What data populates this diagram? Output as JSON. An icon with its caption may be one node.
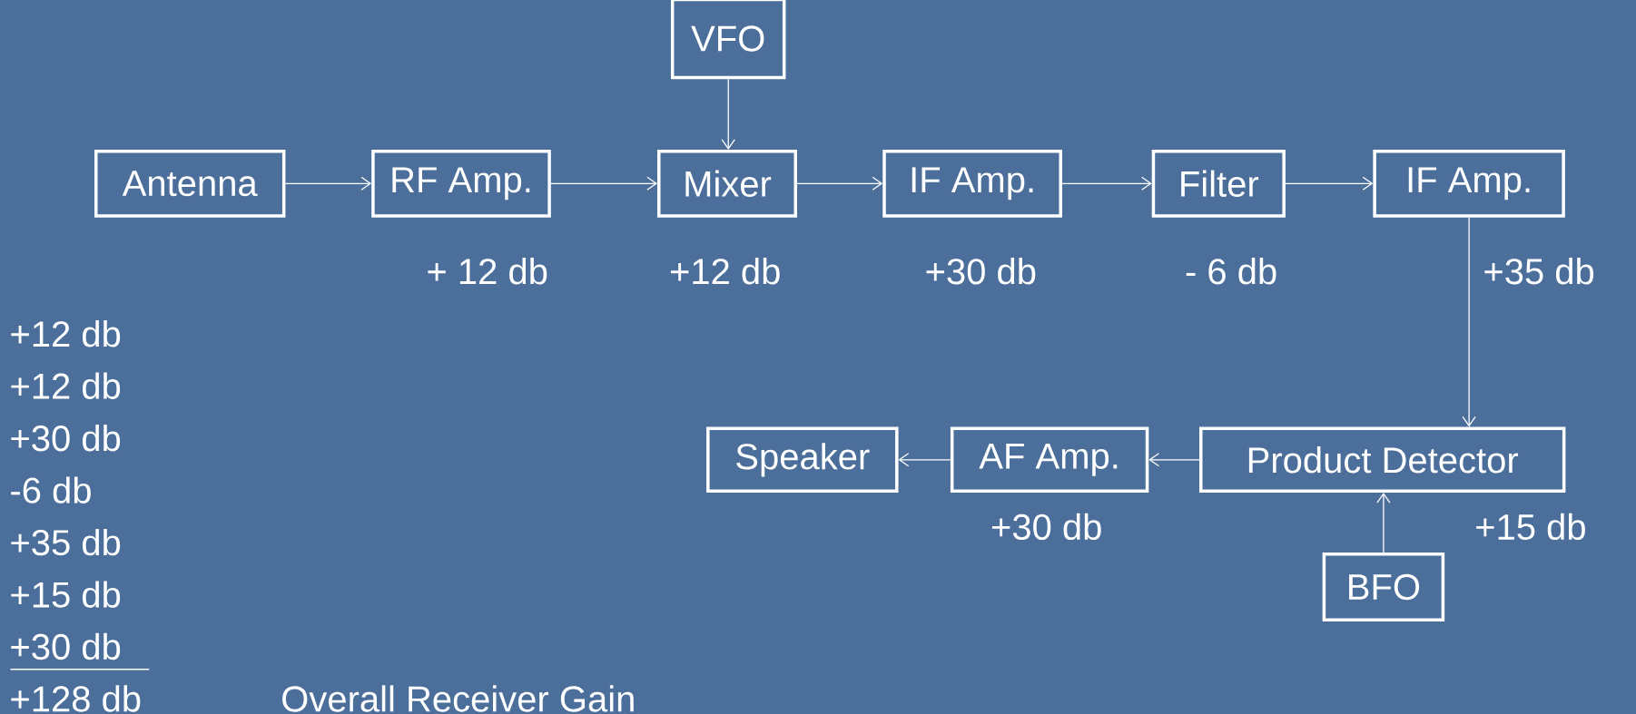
{
  "diagram": {
    "nodes": [
      {
        "text": [
          "VFO"
        ]
      },
      {
        "text": [
          "Antenna"
        ]
      },
      {
        "text": [
          "RF Amp."
        ],
        "beside": [
          "+ 12 db"
        ]
      },
      {
        "text": [
          "Mixer"
        ],
        "beside": [
          "+12 db"
        ]
      },
      {
        "text": [
          "IF Amp."
        ],
        "beside": [
          "+30 db"
        ]
      },
      {
        "text": [
          "Filter"
        ],
        "beside": [
          "- 6 db"
        ]
      },
      {
        "text": [
          "IF Amp."
        ],
        "beside": [
          "+35 db"
        ]
      },
      {
        "text": [
          "Product Detector"
        ],
        "beside": [
          "+15 db"
        ]
      },
      {
        "text": [
          "AF Amp."
        ],
        "beside": [
          "+30 db"
        ]
      },
      {
        "text": [
          "Speaker"
        ]
      },
      {
        "text": [
          "BFO"
        ]
      }
    ],
    "edges": [
      {
        "from": 0,
        "to": 3,
        "arrow": "to"
      },
      {
        "from": 1,
        "to": 2,
        "arrow": "to"
      },
      {
        "from": 2,
        "to": 3,
        "arrow": "to"
      },
      {
        "from": 3,
        "to": 4,
        "arrow": "to"
      },
      {
        "from": 4,
        "to": 5,
        "arrow": "to"
      },
      {
        "from": 5,
        "to": 6,
        "arrow": "to"
      },
      {
        "from": 6,
        "to": 7,
        "arrow": "to"
      },
      {
        "from": 7,
        "to": 8,
        "arrow": "to"
      },
      {
        "from": 8,
        "to": 9,
        "arrow": "to"
      },
      {
        "from": 10,
        "to": 7,
        "arrow": "to"
      }
    ],
    "labels": [
      "+12 db",
      "+12 db",
      "+30 db",
      "-6 db",
      "+35 db",
      "+15 db",
      "+30 db",
      "+128 db",
      "Overall Receiver Gain"
    ]
  }
}
